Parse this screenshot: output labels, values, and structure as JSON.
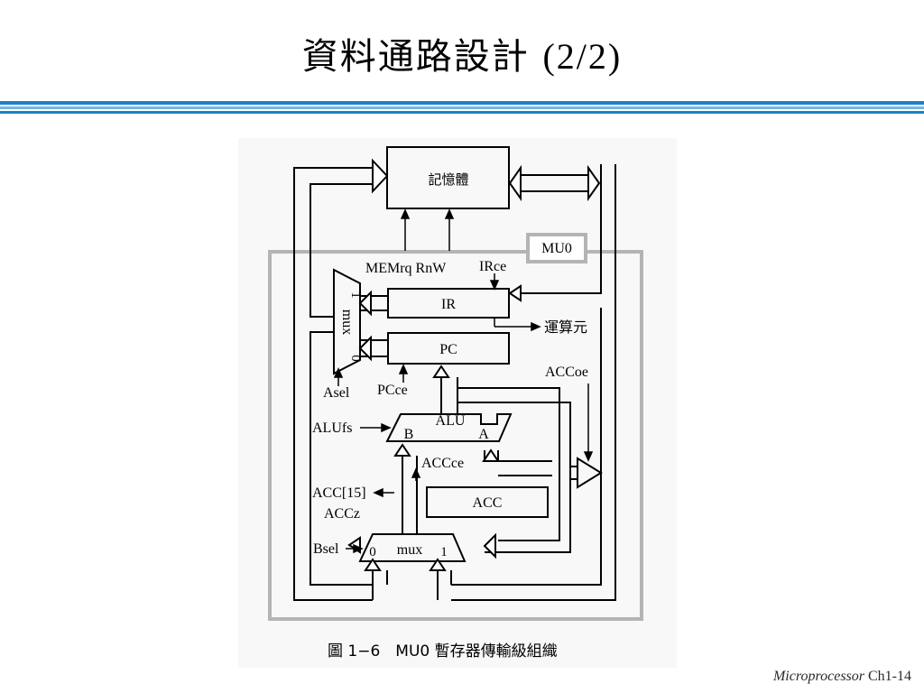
{
  "slide": {
    "title": "資料通路設計",
    "title_part": "(2/2)"
  },
  "colors": {
    "title_rule_dark": "#1f7fc6",
    "title_rule_light": "#6fb8ea",
    "mu0_boundary": "#b4b4b4"
  },
  "diagram": {
    "memory_label": "記憶體",
    "mu0_label": "MU0",
    "memrq_rnw_label": "MEMrq RnW",
    "irce_label": "IRce",
    "ir_label": "IR",
    "operand_label": "運算元",
    "pc_label": "PC",
    "pcce_label": "PCce",
    "asel_label": "Asel",
    "amux_label": "mux",
    "amux_in1": "1",
    "amux_in0": "0",
    "accoe_label": "ACCoe",
    "alufs_label": "ALUfs",
    "alu_label": "ALU",
    "alu_b": "B",
    "alu_a": "A",
    "accce_label": "ACCce",
    "acc15_label": "ACC[15]",
    "accz_label": "ACCz",
    "acc_label": "ACC",
    "bsel_label": "Bsel",
    "bmux_label": "mux",
    "bmux_in0": "0",
    "bmux_in1": "1",
    "caption": "圖 1−6　MU0 暫存器傳輸級組織"
  },
  "footer": {
    "course": "Microprocessor",
    "page": "Ch1-14"
  }
}
